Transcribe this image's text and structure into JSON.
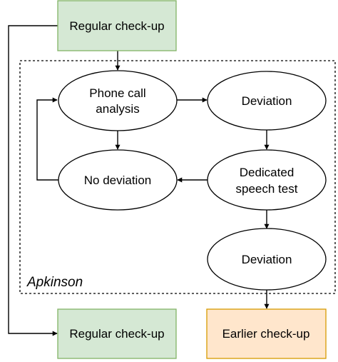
{
  "diagram": {
    "group_label": "Apkinson",
    "nodes": {
      "checkup_top": {
        "label": "Regular check-up",
        "shape": "rectangle",
        "fill": "#d5e8d4",
        "stroke": "#82b366"
      },
      "phone_call": {
        "line1": "Phone call",
        "line2": "analysis",
        "shape": "ellipse"
      },
      "deviation_1": {
        "label": "Deviation",
        "shape": "ellipse"
      },
      "no_deviation": {
        "label": "No deviation",
        "shape": "ellipse"
      },
      "speech_test": {
        "line1": "Dedicated",
        "line2": "speech test",
        "shape": "ellipse"
      },
      "deviation_2": {
        "label": "Deviation",
        "shape": "ellipse"
      },
      "checkup_bottom": {
        "label": "Regular check-up",
        "shape": "rectangle",
        "fill": "#d5e8d4",
        "stroke": "#82b366"
      },
      "earlier_checkup": {
        "label": "Earlier check-up",
        "shape": "rectangle",
        "fill": "#ffe6cc",
        "stroke": "#d79b00"
      }
    },
    "edges": [
      {
        "from": "checkup_top",
        "to": "phone_call"
      },
      {
        "from": "checkup_top",
        "to": "checkup_bottom"
      },
      {
        "from": "phone_call",
        "to": "deviation_1"
      },
      {
        "from": "phone_call",
        "to": "no_deviation"
      },
      {
        "from": "no_deviation",
        "to": "phone_call"
      },
      {
        "from": "deviation_1",
        "to": "speech_test"
      },
      {
        "from": "speech_test",
        "to": "no_deviation"
      },
      {
        "from": "speech_test",
        "to": "deviation_2"
      },
      {
        "from": "deviation_2",
        "to": "earlier_checkup"
      }
    ]
  }
}
